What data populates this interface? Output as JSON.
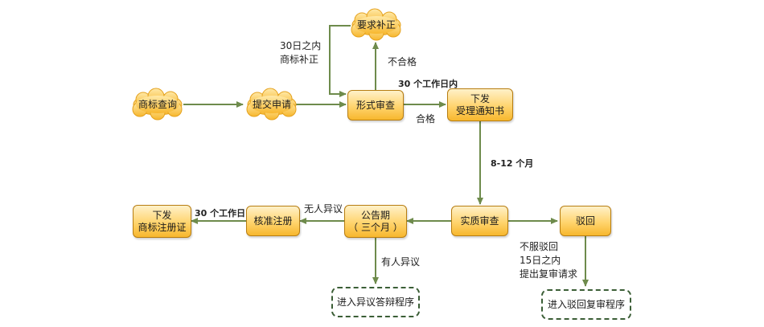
{
  "nodes": {
    "trademark_search": "商标查询",
    "submit_application": "提交申请",
    "formal_review": "形式审查",
    "require_correction": "要求补正",
    "issue_notice_line1": "下发",
    "issue_notice_line2": "受理通知书",
    "substantive_review": "实质审查",
    "reject": "驳回",
    "announcement_line1": "公告期",
    "announcement_line2": "（ 三个月 ）",
    "approve_registration": "核准注册",
    "issue_certificate_line1": "下发",
    "issue_certificate_line2": "商标注册证",
    "opposition_procedure": "进入异议答辩程序",
    "reexamination_procedure": "进入驳回复审程序"
  },
  "labels": {
    "correction_line1": "30日之内",
    "correction_line2": "商标补正",
    "not_qualified": "不合格",
    "thirty_workdays_top": "30 个工作日内",
    "qualified": "合格",
    "eight_twelve_months": "8-12 个月",
    "no_objection": "无人异议",
    "thirty_workdays_bottom": "30 个工作日",
    "has_objection": "有人异议",
    "disagree_line1": "不服驳回",
    "disagree_line2": "15日之内",
    "disagree_line3": "提出复审请求"
  },
  "colors": {
    "arrow": "#6e8b4c",
    "box_border": "#b77d11",
    "box_fill_top": "#fff1c9",
    "box_fill_bottom": "#f7b72e",
    "dashed_border": "#3b5e36"
  }
}
